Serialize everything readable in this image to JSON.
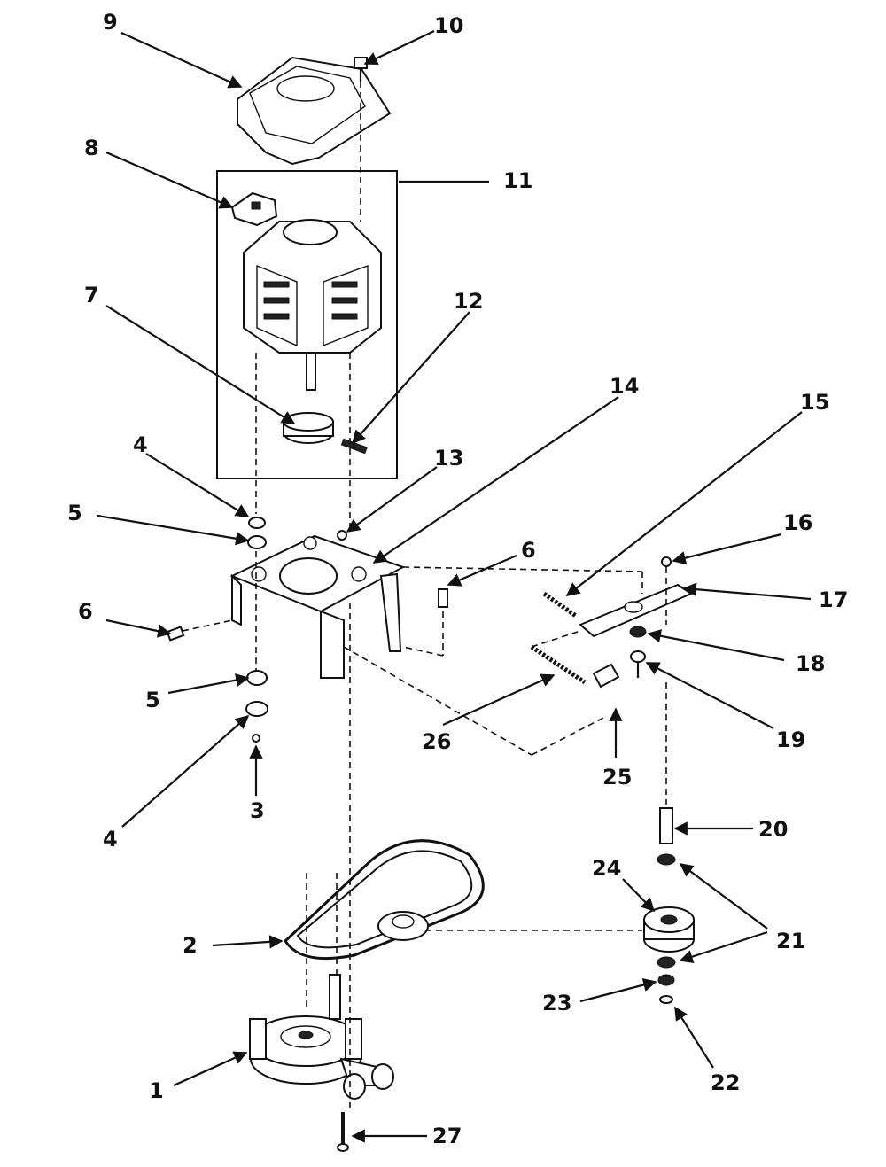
{
  "diagram": {
    "callout_numbers": [
      "1",
      "2",
      "3",
      "4",
      "5",
      "6",
      "7",
      "8",
      "9",
      "10",
      "11",
      "12",
      "13",
      "14",
      "15",
      "16",
      "17",
      "18",
      "19",
      "20",
      "21",
      "22",
      "23",
      "24",
      "25",
      "26",
      "27"
    ],
    "callouts": [
      {
        "label": "9"
      },
      {
        "label": "10"
      },
      {
        "label": "8"
      },
      {
        "label": "11"
      },
      {
        "label": "7"
      },
      {
        "label": "12"
      },
      {
        "label": "14"
      },
      {
        "label": "15"
      },
      {
        "label": "4"
      },
      {
        "label": "13"
      },
      {
        "label": "5"
      },
      {
        "label": "16"
      },
      {
        "label": "6"
      },
      {
        "label": "17"
      },
      {
        "label": "6"
      },
      {
        "label": "18"
      },
      {
        "label": "5"
      },
      {
        "label": "26"
      },
      {
        "label": "19"
      },
      {
        "label": "4"
      },
      {
        "label": "3"
      },
      {
        "label": "25"
      },
      {
        "label": "20"
      },
      {
        "label": "24"
      },
      {
        "label": "2"
      },
      {
        "label": "21"
      },
      {
        "label": "23"
      },
      {
        "label": "1"
      },
      {
        "label": "22"
      },
      {
        "label": "27"
      }
    ]
  }
}
